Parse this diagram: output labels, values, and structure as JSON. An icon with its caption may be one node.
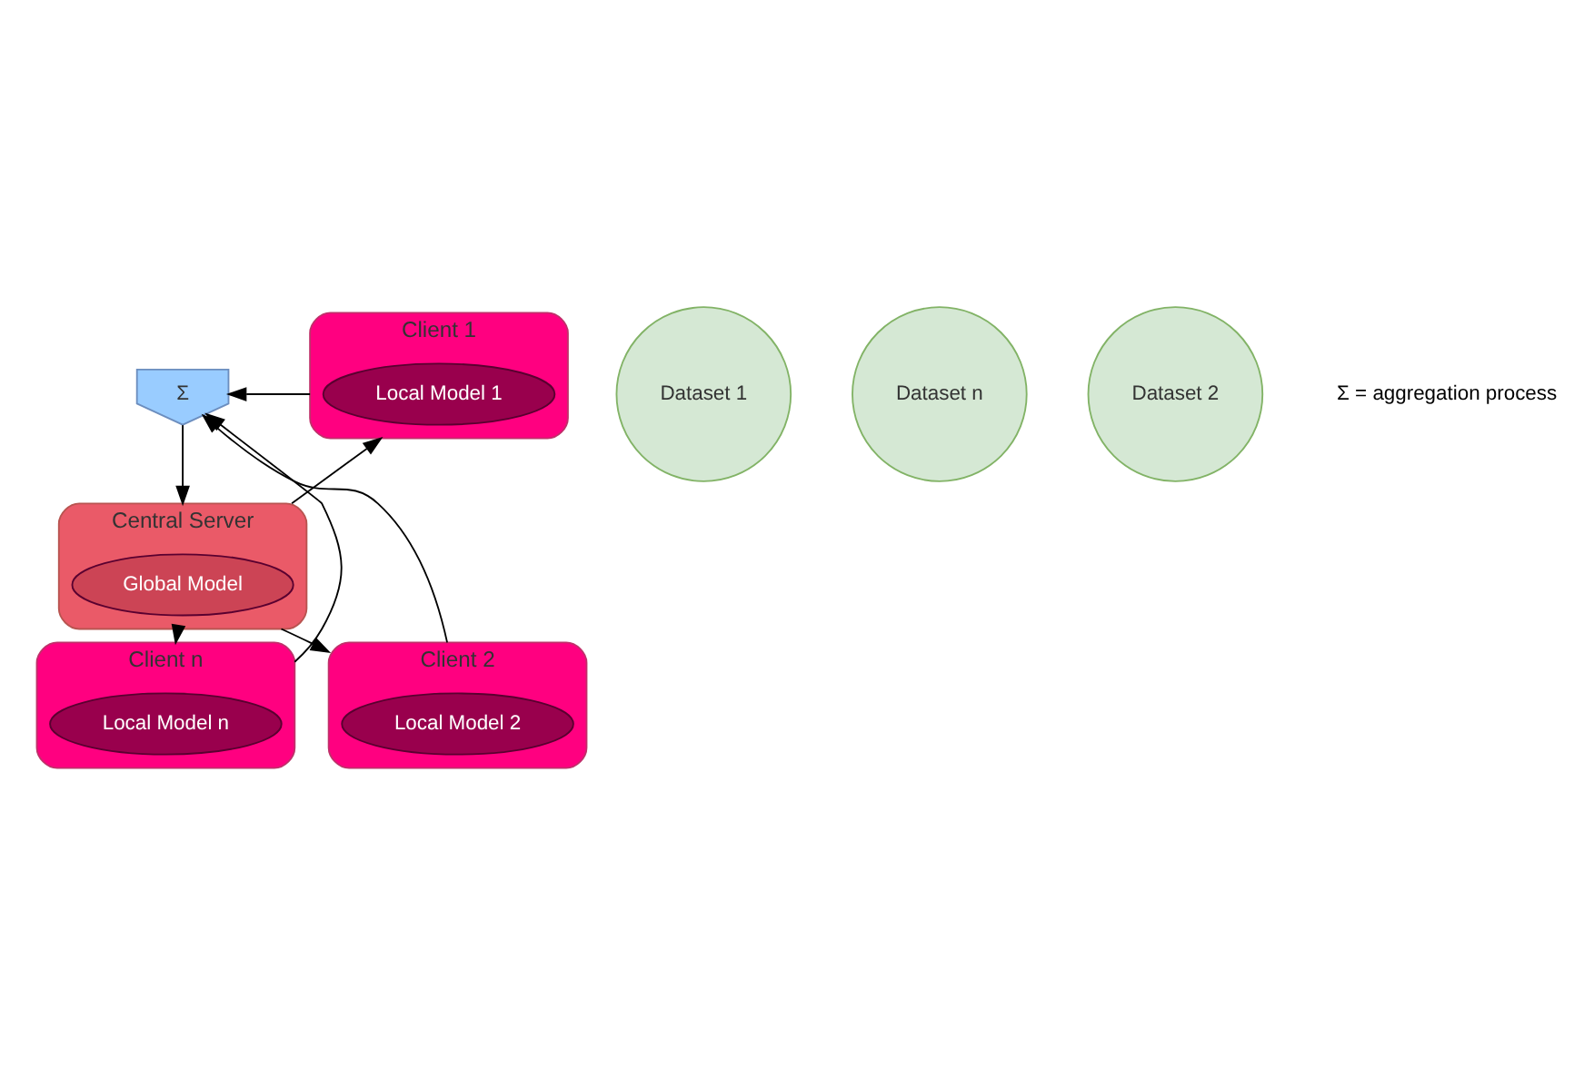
{
  "diagram": {
    "nodes": [
      {
        "text": [
          "Σ"
        ]
      },
      {
        "text": [
          "Dataset 1"
        ]
      },
      {
        "text": [
          "Client 1"
        ]
      },
      {
        "text": [
          "Local Model 1"
        ],
        "in": 2
      },
      {
        "text": [
          "Central Server"
        ]
      },
      {
        "text": [
          "Global Model"
        ],
        "in": 4
      },
      {
        "text": [
          "Client n"
        ]
      },
      {
        "text": [
          "Local Model n"
        ],
        "in": 6
      },
      {
        "text": [
          "Dataset n"
        ]
      },
      {
        "text": [
          "Client 2"
        ]
      },
      {
        "text": [
          "Local Model 2"
        ],
        "in": 9
      },
      {
        "text": [
          "Dataset 2"
        ]
      }
    ],
    "edges": [
      {
        "from": 2,
        "to": 0,
        "arrow": "to"
      },
      {
        "from": 6,
        "to": 0,
        "arrow": "to"
      },
      {
        "from": 9,
        "to": 0,
        "arrow": "to"
      },
      {
        "from": 0,
        "to": 4,
        "arrow": "to"
      },
      {
        "from": 4,
        "to": 2,
        "arrow": "to"
      },
      {
        "from": 4,
        "to": 6,
        "arrow": "to"
      },
      {
        "from": 4,
        "to": 9,
        "arrow": "to"
      }
    ],
    "labels": [
      "Σ = aggregation process"
    ]
  }
}
